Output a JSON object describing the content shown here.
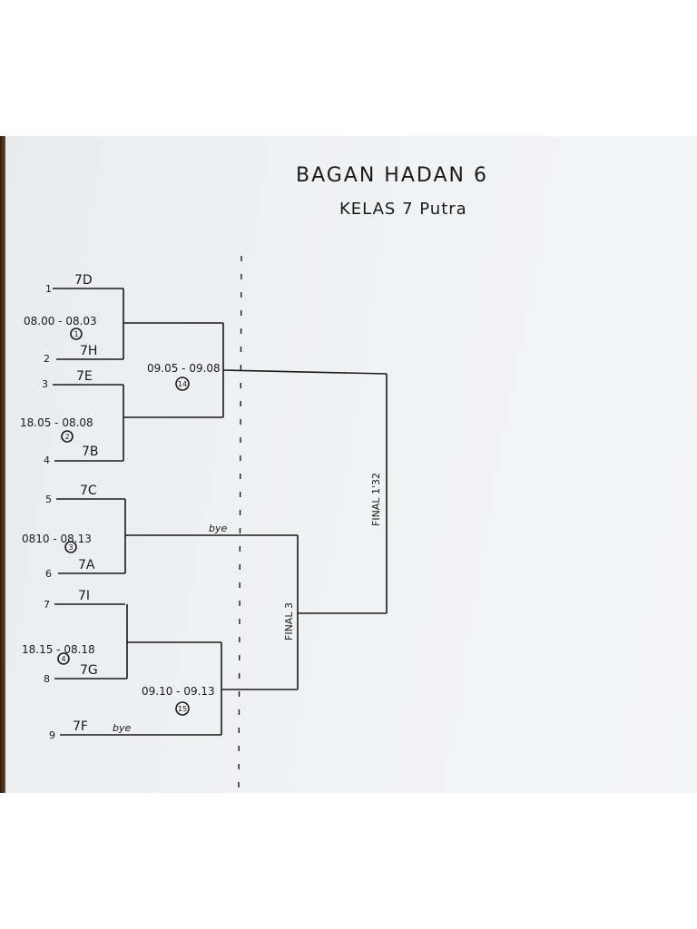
{
  "title": "BAGAN HADAN 6",
  "subtitle": "KELAS 7 Putra",
  "seeds": [
    {
      "num": "1",
      "team": "7D"
    },
    {
      "num": "2",
      "team": "7H"
    },
    {
      "num": "3",
      "team": "7E"
    },
    {
      "num": "4",
      "team": "7B"
    },
    {
      "num": "5",
      "team": "7C"
    },
    {
      "num": "6",
      "team": "7A"
    },
    {
      "num": "7",
      "team": "7I"
    },
    {
      "num": "8",
      "team": "7G"
    },
    {
      "num": "9",
      "team": "7F"
    }
  ],
  "matches": [
    {
      "id": "1",
      "time": "08.00 - 08.03"
    },
    {
      "id": "2",
      "time": "18.05 - 08.08"
    },
    {
      "id": "3",
      "time": "0810 - 08.13"
    },
    {
      "id": "4",
      "time": "18.15 - 08.18"
    },
    {
      "id": "14",
      "time": "09.05 - 09.08"
    },
    {
      "id": "15",
      "time": "09.10 - 09.13"
    }
  ],
  "labels": {
    "bye_1": "bye",
    "bye_2": "bye",
    "final_3": "FINAL 3",
    "final_1_2": "FINAL 1'32"
  }
}
